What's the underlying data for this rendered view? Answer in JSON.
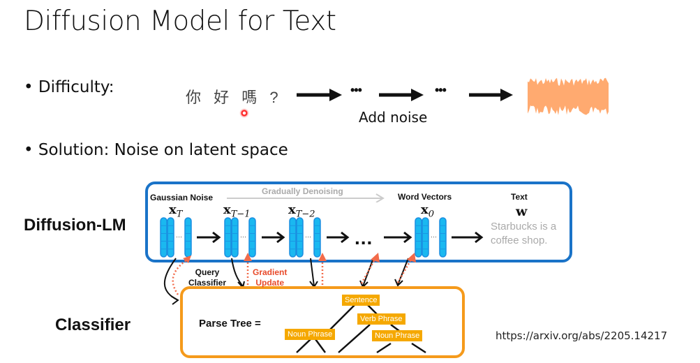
{
  "slide": {
    "title": "Diffusion Model for Text",
    "bullets": [
      {
        "marker": "•",
        "text": "Difficulty:"
      },
      {
        "marker": "•",
        "text": "Solution: Noise on latent space"
      }
    ],
    "difficulty_example": {
      "input_text": "你 好 嗎 ?",
      "ellipsis": "•••",
      "arrow_caption": "Add noise",
      "noise_color": "#ffaa70"
    },
    "pointer_color": "#ff2a2a",
    "reference_url": "https://arxiv.org/abs/2205.14217"
  },
  "diagram": {
    "row_labels": {
      "top": "Diffusion-LM",
      "bottom": "Classifier"
    },
    "box_colors": {
      "diffusion_border": "#1a73c8",
      "classifier_border": "#f59a1b",
      "vector_fill": "#1ab8f0",
      "vector_border": "#1a8ee0",
      "gradient_arrow": "#f26b4a"
    },
    "headers": {
      "gaussian_noise": "Gaussian Noise",
      "gradually_denoising": "Gradually Denoising",
      "word_vectors": "Word Vectors",
      "text": "Text"
    },
    "states": [
      {
        "symbol": "x",
        "subscript": "T"
      },
      {
        "symbol": "x",
        "subscript": "T−1"
      },
      {
        "symbol": "x",
        "subscript": "T−2"
      },
      {
        "symbol": "x",
        "subscript": "0"
      }
    ],
    "middle_ellipsis": "...",
    "vector_ellipsis": "···",
    "output_symbol": "w",
    "output_text": "Starbucks is a coffee shop.",
    "query_label": [
      "Query",
      "Classifier"
    ],
    "gradient_label": [
      "Gradient",
      "Update"
    ],
    "parse_tree": {
      "label": "Parse Tree =",
      "nodes": [
        "Sentence",
        "Verb Phrase",
        "Noun Phrase",
        "Noun Phrase"
      ]
    }
  }
}
